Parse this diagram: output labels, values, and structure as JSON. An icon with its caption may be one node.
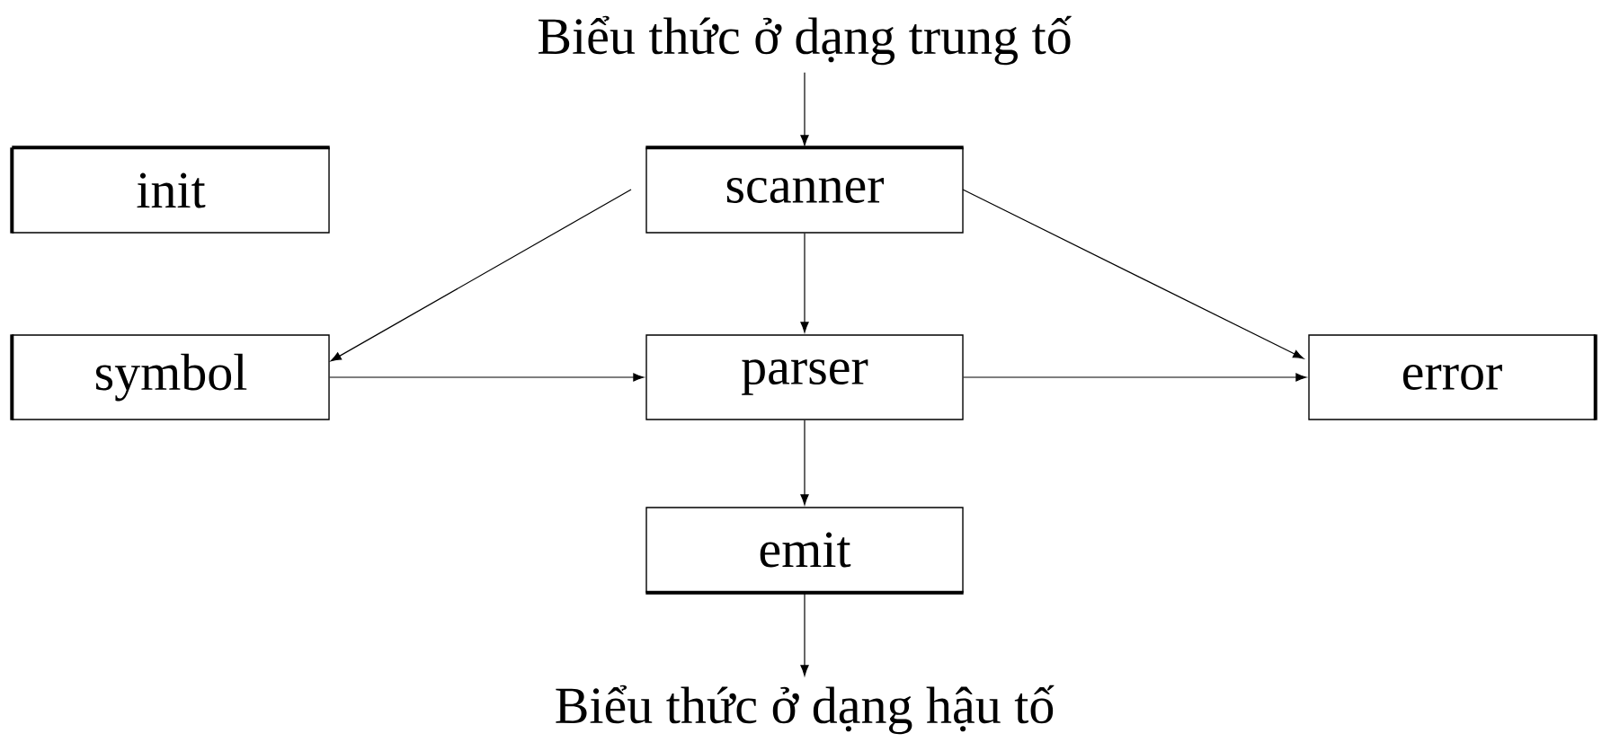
{
  "diagram": {
    "nodes": [
      {
        "text": [
          "Biểu thức ở dạng trung tố"
        ]
      },
      {
        "text": [
          "init"
        ]
      },
      {
        "text": [
          "scanner"
        ]
      },
      {
        "text": [
          "symbol"
        ]
      },
      {
        "text": [
          "parser"
        ]
      },
      {
        "text": [
          "error"
        ]
      },
      {
        "text": [
          "emit"
        ]
      },
      {
        "text": [
          "Biểu thức ở dạng hậu tố"
        ]
      }
    ],
    "edges": [
      {
        "from": 0,
        "to": 2,
        "arrow": "to"
      },
      {
        "from": 2,
        "to": 3,
        "arrow": "to"
      },
      {
        "from": 2,
        "to": 4,
        "arrow": "to"
      },
      {
        "from": 2,
        "to": 5,
        "arrow": "to"
      },
      {
        "from": 3,
        "to": 4,
        "arrow": "to"
      },
      {
        "from": 4,
        "to": 5,
        "arrow": "to"
      },
      {
        "from": 4,
        "to": 6,
        "arrow": "to"
      },
      {
        "from": 6,
        "to": 7,
        "arrow": "to"
      }
    ]
  }
}
